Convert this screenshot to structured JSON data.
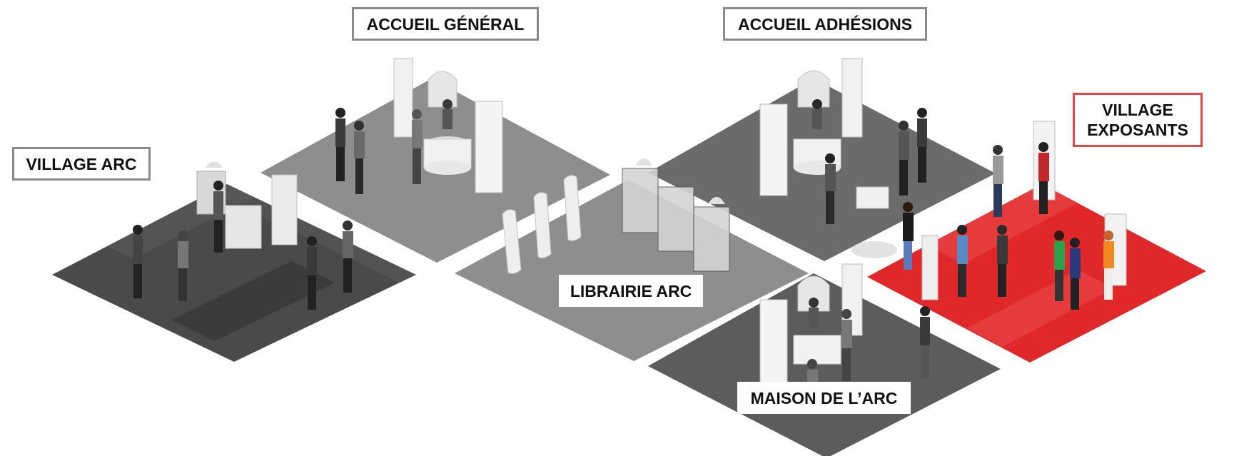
{
  "zones": {
    "accueil_general": {
      "label": "ACCUEIL GÉNÉRAL"
    },
    "accueil_adhesions": {
      "label": "ACCUEIL ADHÉSIONS"
    },
    "village_arc": {
      "label": "VILLAGE ARC"
    },
    "village_exposants": {
      "line1": "VILLAGE",
      "line2": "EXPOSANTS"
    },
    "librairie_arc": {
      "label": "LIBRAIRIE ARC"
    },
    "maison_arc": {
      "label": "MAISON DE L’ARC"
    }
  },
  "colors": {
    "highlight": "#e0282a",
    "floor_light": "#8e8e8e",
    "floor_mid": "#6f6f6f",
    "floor_dark": "#444444",
    "label_border": "#8a8a8a"
  }
}
